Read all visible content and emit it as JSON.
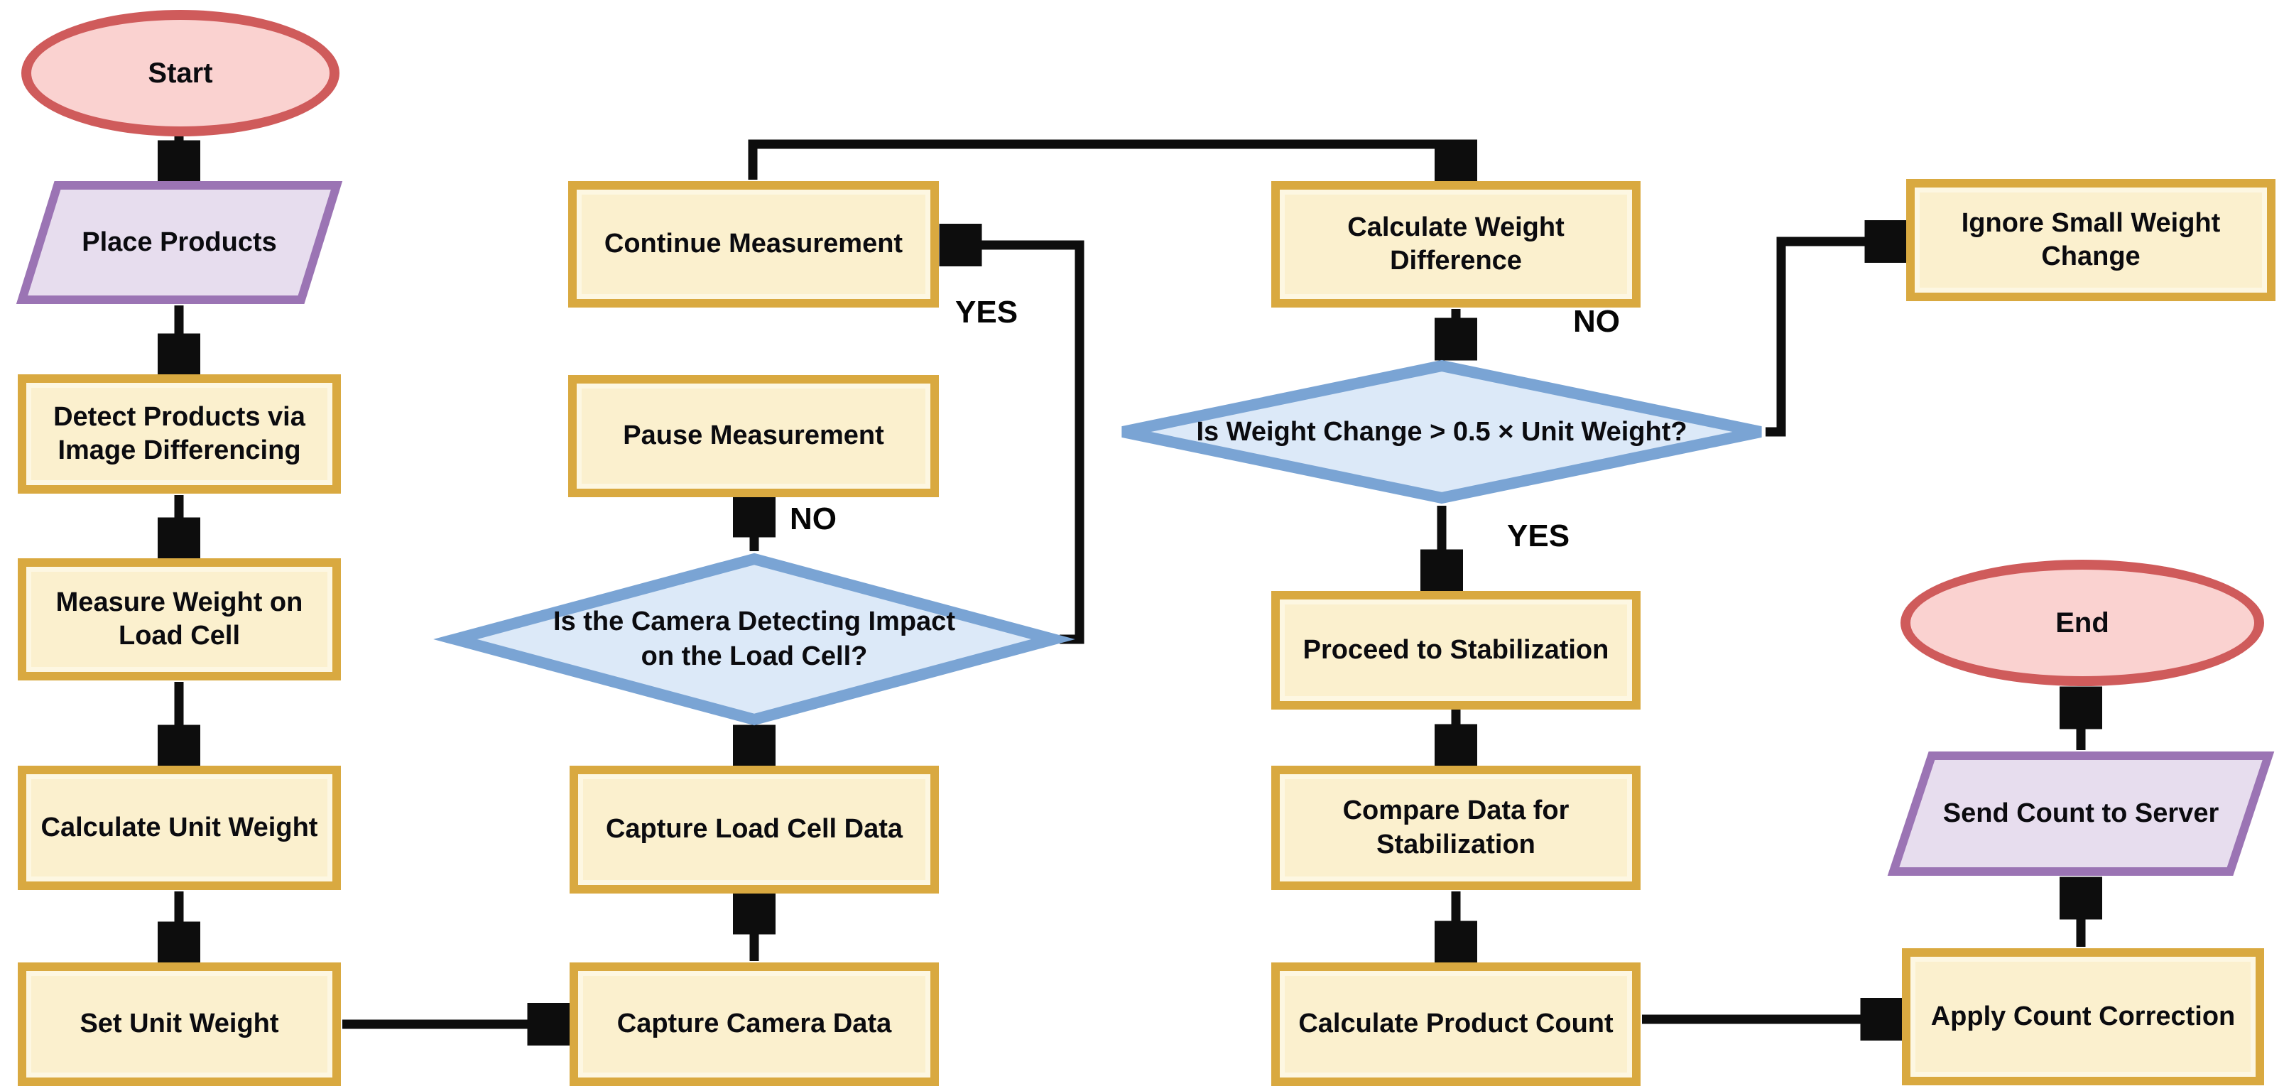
{
  "diagram": {
    "type": "flowchart",
    "title": "Product counting flow with camera and load cell",
    "background": "#ffffff"
  },
  "colors": {
    "process_fill": "#FBF0CE",
    "process_border": "#D9A940",
    "decision_fill": "#DCE9F8",
    "decision_border": "#7AA4D4",
    "terminator_fill": "#FAD2D0",
    "terminator_border": "#CF5B5B",
    "io_fill": "#E7DDEE",
    "io_border": "#9B74B4",
    "connector": "#0D0D0D",
    "text": "#0B0B0F"
  },
  "nodes": {
    "start": {
      "label": "Start",
      "shape": "terminator"
    },
    "place_products": {
      "label": "Place Products",
      "shape": "parallelogram"
    },
    "detect_products": {
      "label": "Detect Products via Image Differencing",
      "shape": "process"
    },
    "measure_weight": {
      "label": "Measure Weight on Load Cell",
      "shape": "process"
    },
    "calculate_unit_weight": {
      "label": "Calculate Unit Weight",
      "shape": "process"
    },
    "set_unit_weight": {
      "label": "Set Unit Weight",
      "shape": "process"
    },
    "capture_camera_data": {
      "label": "Capture Camera Data",
      "shape": "process"
    },
    "capture_load_cell_data": {
      "label": "Capture Load Cell Data",
      "shape": "process"
    },
    "camera_impact_decision": {
      "label": "Is the Camera Detecting Impact on the Load Cell?",
      "shape": "decision"
    },
    "pause_measurement": {
      "label": "Pause Measurement",
      "shape": "process"
    },
    "continue_measurement": {
      "label": "Continue Measurement",
      "shape": "process"
    },
    "calculate_weight_difference": {
      "label": "Calculate Weight Difference",
      "shape": "process"
    },
    "weight_change_decision": {
      "label": "Is Weight Change > 0.5 × Unit Weight?",
      "shape": "decision"
    },
    "ignore_small_weight_change": {
      "label": "Ignore Small Weight Change",
      "shape": "process"
    },
    "proceed_to_stabilization": {
      "label": "Proceed to Stabilization",
      "shape": "process"
    },
    "compare_data_for_stabilization": {
      "label": "Compare Data for Stabilization",
      "shape": "process"
    },
    "calculate_product_count": {
      "label": "Calculate Product Count",
      "shape": "process"
    },
    "apply_count_correction": {
      "label": "Apply Count Correction",
      "shape": "process"
    },
    "send_count_to_server": {
      "label": "Send Count to Server",
      "shape": "parallelogram"
    },
    "end": {
      "label": "End",
      "shape": "terminator"
    }
  },
  "edge_labels": {
    "camera_yes": "YES",
    "camera_no": "NO",
    "weight_yes": "YES",
    "weight_no": "NO"
  },
  "edges": [
    {
      "from": "start",
      "to": "place_products",
      "label": ""
    },
    {
      "from": "place_products",
      "to": "detect_products",
      "label": ""
    },
    {
      "from": "detect_products",
      "to": "measure_weight",
      "label": ""
    },
    {
      "from": "measure_weight",
      "to": "calculate_unit_weight",
      "label": ""
    },
    {
      "from": "calculate_unit_weight",
      "to": "set_unit_weight",
      "label": ""
    },
    {
      "from": "set_unit_weight",
      "to": "capture_camera_data",
      "label": ""
    },
    {
      "from": "capture_camera_data",
      "to": "capture_load_cell_data",
      "label": ""
    },
    {
      "from": "capture_load_cell_data",
      "to": "camera_impact_decision",
      "label": ""
    },
    {
      "from": "camera_impact_decision",
      "to": "pause_measurement",
      "label": "NO"
    },
    {
      "from": "camera_impact_decision",
      "to": "continue_measurement",
      "label": "YES"
    },
    {
      "from": "continue_measurement",
      "to": "calculate_weight_difference",
      "label": ""
    },
    {
      "from": "calculate_weight_difference",
      "to": "weight_change_decision",
      "label": ""
    },
    {
      "from": "weight_change_decision",
      "to": "ignore_small_weight_change",
      "label": "NO"
    },
    {
      "from": "weight_change_decision",
      "to": "proceed_to_stabilization",
      "label": "YES"
    },
    {
      "from": "proceed_to_stabilization",
      "to": "compare_data_for_stabilization",
      "label": ""
    },
    {
      "from": "compare_data_for_stabilization",
      "to": "calculate_product_count",
      "label": ""
    },
    {
      "from": "calculate_product_count",
      "to": "apply_count_correction",
      "label": ""
    },
    {
      "from": "apply_count_correction",
      "to": "send_count_to_server",
      "label": ""
    },
    {
      "from": "send_count_to_server",
      "to": "end",
      "label": ""
    }
  ]
}
